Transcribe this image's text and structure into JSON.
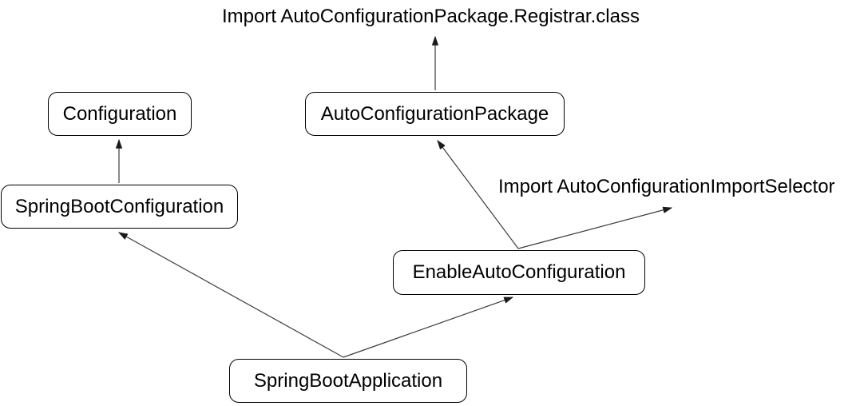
{
  "diagram": {
    "title": "SpringBootApplication annotation composition diagram",
    "background_color": "#ffffff",
    "box_border_color": "#000000",
    "text_color": "#000000",
    "arrow_color": "#3c3c3c"
  },
  "nodes": [
    {
      "id": "configuration",
      "label": "Configuration"
    },
    {
      "id": "auto-configuration-package",
      "label": "AutoConfigurationPackage"
    },
    {
      "id": "spring-boot-configuration",
      "label": "SpringBootConfiguration"
    },
    {
      "id": "enable-auto-configuration",
      "label": "EnableAutoConfiguration"
    },
    {
      "id": "spring-boot-application",
      "label": "SpringBootApplication"
    }
  ],
  "annotations": [
    {
      "id": "import-registrar",
      "text": "Import AutoConfigurationPackage.Registrar.class"
    },
    {
      "id": "import-selector",
      "text": "Import AutoConfigurationImportSelector"
    }
  ],
  "edges": [
    {
      "from": "auto-configuration-package",
      "to": "import-registrar"
    },
    {
      "from": "spring-boot-configuration",
      "to": "configuration"
    },
    {
      "from": "enable-auto-configuration",
      "to": "auto-configuration-package"
    },
    {
      "from": "enable-auto-configuration",
      "to": "import-selector"
    },
    {
      "from": "spring-boot-application",
      "to": "spring-boot-configuration"
    },
    {
      "from": "spring-boot-application",
      "to": "enable-auto-configuration"
    }
  ]
}
